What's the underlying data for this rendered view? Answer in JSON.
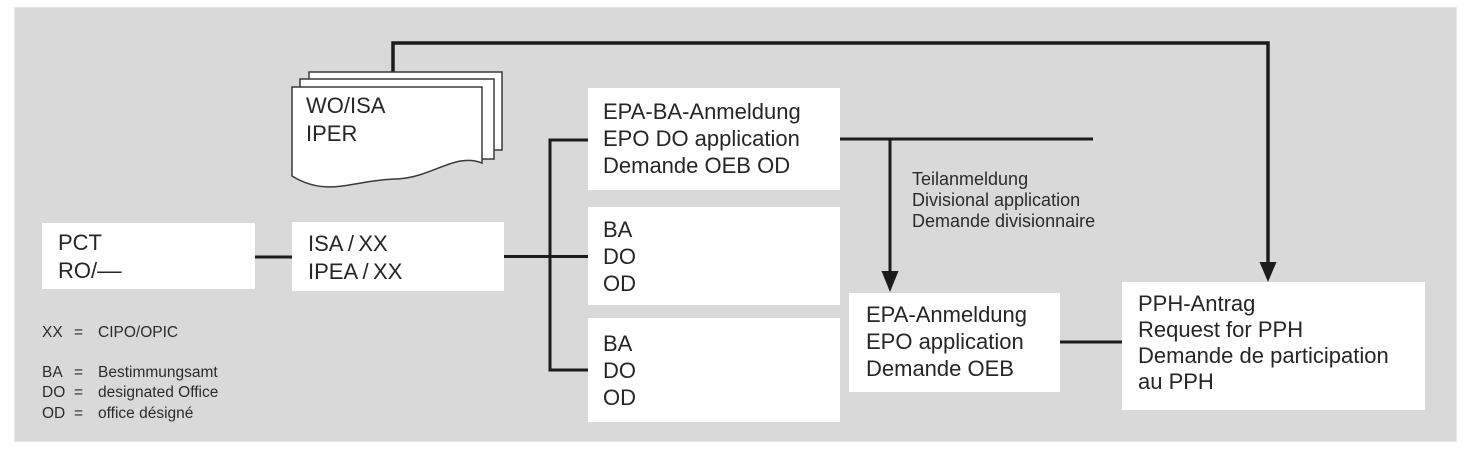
{
  "diagram": {
    "background": "#d9d9d9",
    "line_color": "#1c1c1c",
    "boxes": {
      "pct": [
        "PCT",
        "RO/––"
      ],
      "isa": [
        "ISA / XX",
        "IPEA / XX"
      ],
      "epa_ba": [
        "EPA-BA-Anmeldung",
        "EPO DO application",
        "Demande OEB OD"
      ],
      "ba_do_od_top": [
        "BA",
        "DO",
        "OD"
      ],
      "ba_do_od_bottom": [
        "BA",
        "DO",
        "OD"
      ],
      "epa": [
        "EPA-Anmeldung",
        "EPO application",
        "Demande OEB"
      ],
      "pph": [
        "PPH-Antrag",
        "Request for PPH",
        "Demande de participation",
        "au PPH"
      ]
    },
    "document_stack": [
      "WO/ISA",
      "IPER"
    ],
    "annotation_divisional": [
      "Teilanmeldung",
      "Divisional application",
      "Demande divisionnaire"
    ],
    "legend": [
      {
        "term": "XX",
        "eq": "=",
        "definition": "CIPO/OPIC"
      },
      {
        "term": "BA",
        "eq": "=",
        "definition": "Bestimmungsamt"
      },
      {
        "term": "DO",
        "eq": "=",
        "definition": "designated Office"
      },
      {
        "term": "OD",
        "eq": "=",
        "definition": "office désigné"
      }
    ]
  }
}
